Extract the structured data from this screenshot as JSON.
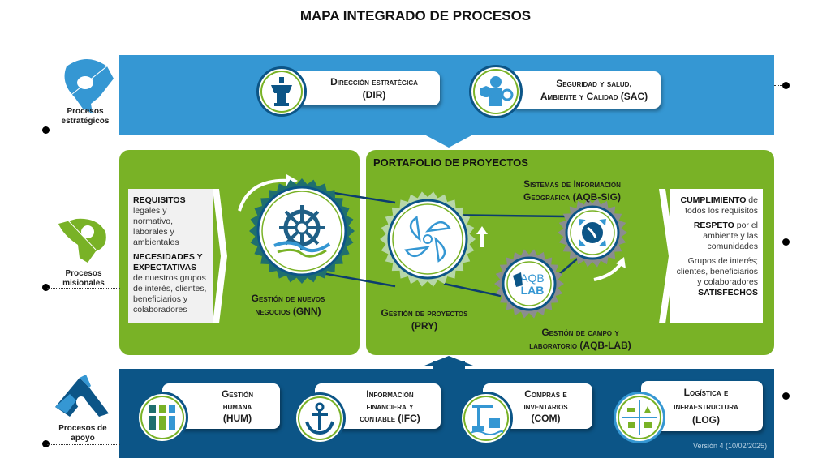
{
  "title": "MAPA INTEGRADO DE PROCESOS",
  "levels": {
    "estrategicos": {
      "label_line1": "Procesos",
      "label_line2": "estratégicos",
      "color": "#3597d3"
    },
    "misionales": {
      "label_line1": "Procesos",
      "label_line2": "misionales",
      "color": "#79b226"
    },
    "apoyo": {
      "label_line1": "Procesos de",
      "label_line2": "apoyo",
      "color": "#0c5587"
    }
  },
  "strategic": [
    {
      "line1": "Dirección estratégica",
      "line2": "(DIR)",
      "icon": "lighthouse-icon"
    },
    {
      "line1": "Seguridad y salud,",
      "line2": "Ambiente y Calidad (SAC)",
      "icon": "safety-worker-icon"
    }
  ],
  "inputs": {
    "req_bold": "REQUISITOS",
    "req_text": "legales y normativo, laborales y ambientales",
    "nec_bold": "NECESIDADES Y EXPECTATIVAS",
    "nec_text": " de nuestros grupos de interés, clientes, beneficiarios y colaboradores"
  },
  "outputs": {
    "cump_bold": "CUMPLIMIENTO",
    "cump_text": " de todos los requisitos",
    "resp_bold": "RESPETO",
    "resp_text": " por el ambiente y las comunidades",
    "grupos_text": "Grupos de interés; clientes, beneficiarios y colaboradores",
    "sat_bold": "SATISFECHOS"
  },
  "missional": {
    "portafolio": "PORTAFOLIO DE PROYECTOS",
    "gnn": {
      "line1": "Gestión de nuevos",
      "line2": "negocios (GNN)",
      "icon": "ship-wheel-icon"
    },
    "pry": {
      "line1": "Gestión de proyectos",
      "line2": "(PRY)",
      "icon": "propeller-icon"
    },
    "sig": {
      "line1": "Sistemas de Información",
      "line2": "Geográfica (AQB-SIG)",
      "icon": "globe-compass-icon"
    },
    "lab": {
      "line1": "Gestión de campo y",
      "line2": "laboratorio (AQB-LAB)",
      "icon": "aqb-lab-logo",
      "logo_top": "AQB",
      "logo_bottom": "LAB"
    }
  },
  "support": [
    {
      "line1": "Gestión",
      "line2": "humana",
      "line3": "(HUM)",
      "icon": "people-icon"
    },
    {
      "line1": "Información",
      "line2": "financiera y",
      "line3": "contable (IFC)",
      "icon": "anchor-icon"
    },
    {
      "line1": "Compras e",
      "line2": "inventarios",
      "line3": "(COM)",
      "icon": "port-crane-icon"
    },
    {
      "line1": "Logística e",
      "line2": "infraestructura",
      "line3": "(LOG)",
      "icon": "logistics-icon"
    }
  ],
  "version": "Versión 4 (10/02/2025)",
  "colors": {
    "strategic": "#3597d3",
    "missional": "#79b226",
    "support": "#0c5587",
    "dark_teal": "#1f6f6e",
    "light_gear": "#b7d7a8",
    "grey_gear": "#8b8d8f"
  }
}
